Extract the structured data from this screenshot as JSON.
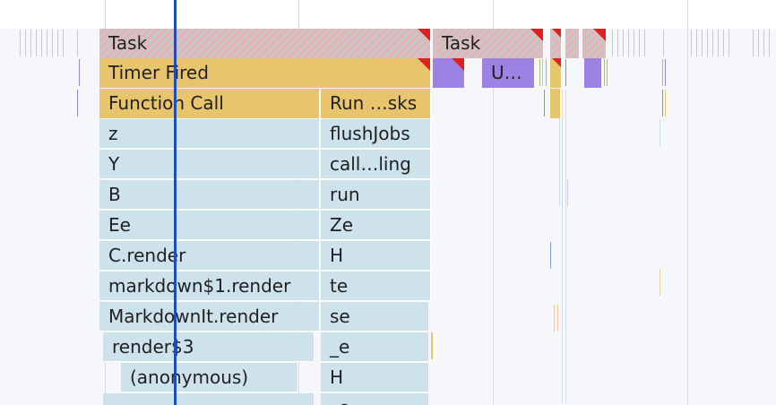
{
  "flame_chart": {
    "task_row": {
      "main_label": "Task",
      "second_label": "Task"
    },
    "timer_row": {
      "label": "Timer Fired",
      "short_label": "U…"
    },
    "call_row": {
      "left_label": "Function Call",
      "right_label": "Run …sks"
    },
    "left_stack": [
      "z",
      "Y",
      "B",
      "Ee",
      "C.render",
      "markdown$1.render",
      "MarkdownIt.render",
      "render$3",
      "(anonymous)"
    ],
    "right_stack": [
      "flushJobs",
      "call…ling",
      "run",
      "Ze",
      "H",
      "te",
      "se",
      "_e",
      "H",
      "_e"
    ],
    "colors": {
      "task_stripe_a": "#c8c8c8",
      "task_stripe_b": "#e9b3b6",
      "timer": "#e8c56c",
      "js": "#cde2ea",
      "purple": "#9c83e3",
      "warning": "#e11f1f",
      "cursor": "#1f4db8"
    }
  }
}
